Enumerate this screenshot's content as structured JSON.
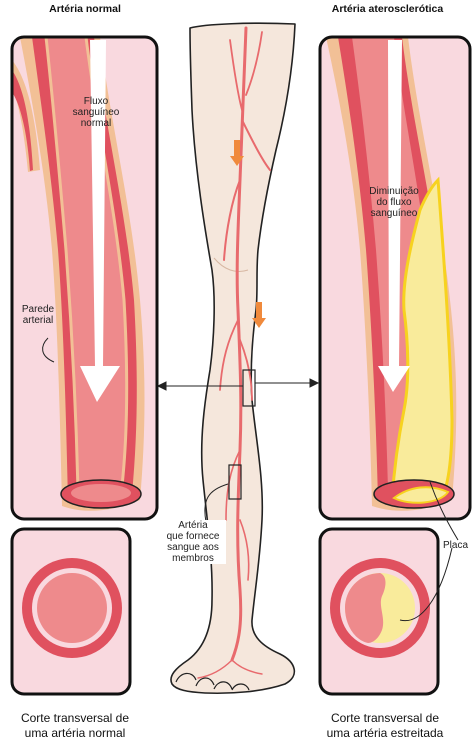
{
  "headers": {
    "left": "Artéria normal",
    "right": "Artéria aterosclerótica"
  },
  "labels": {
    "normal_flow": [
      "Fluxo",
      "sanguíneo",
      "normal"
    ],
    "reduced_flow": [
      "Diminuição",
      "do fluxo",
      "sanguíneo"
    ],
    "artery_wall": [
      "Parede",
      "arterial"
    ],
    "leg_artery": [
      "Artéria",
      "que fornece",
      "sangue aos",
      "membros"
    ],
    "plaque": "Placa"
  },
  "captions": {
    "left": [
      "Corte transversal de",
      "uma artéria normal"
    ],
    "right": [
      "Corte transversal de",
      "uma artéria estreitada"
    ]
  },
  "colors": {
    "panel_bg": "#f9d9df",
    "artery_outer": "#f2c096",
    "artery_wall": "#e0515f",
    "artery_lumen": "#ee8a8c",
    "plaque": "#f9eb9b",
    "plaque_edge": "#f7d21f",
    "skin": "#f5e7dc",
    "vessel": "#e86a6d"
  }
}
